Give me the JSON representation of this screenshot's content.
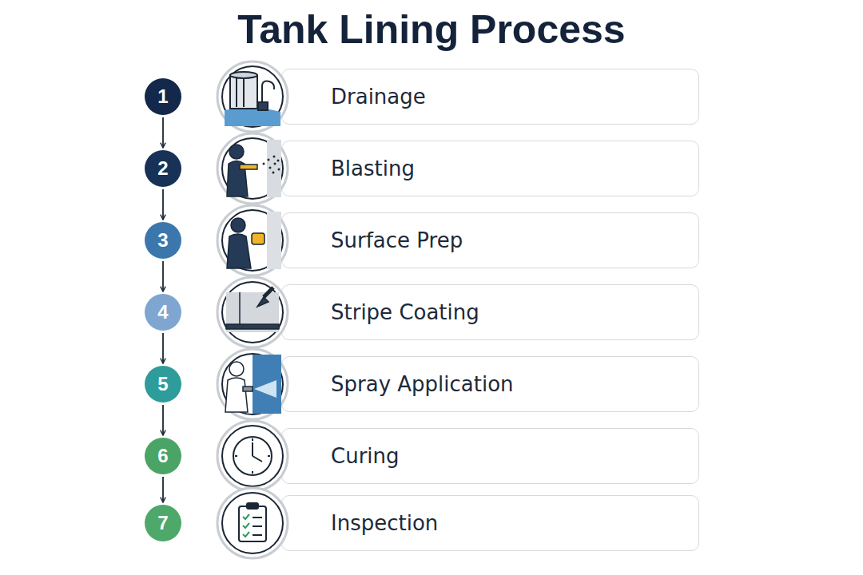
{
  "diagram": {
    "title": "Tank Lining Process",
    "nodes": [
      {
        "text": [
          "1"
        ]
      },
      {
        "text": [
          "Drainage"
        ]
      },
      {
        "text": [
          "2"
        ]
      },
      {
        "text": [
          "Blasting"
        ]
      },
      {
        "text": [
          "3"
        ]
      },
      {
        "text": [
          "Surface Prep"
        ]
      },
      {
        "text": [
          "4"
        ]
      },
      {
        "text": [
          "Stripe Coating"
        ]
      },
      {
        "text": [
          "5"
        ]
      },
      {
        "text": [
          "Spray Application"
        ]
      },
      {
        "text": [
          "6"
        ]
      },
      {
        "text": [
          "Curing"
        ]
      },
      {
        "text": [
          "7"
        ]
      },
      {
        "text": [
          "Inspection"
        ]
      }
    ],
    "edges": [
      {
        "from": 0,
        "to": 2,
        "arrow": "to"
      },
      {
        "from": 2,
        "to": 4,
        "arrow": "to"
      },
      {
        "from": 4,
        "to": 6,
        "arrow": "to"
      },
      {
        "from": 6,
        "to": 8,
        "arrow": "to"
      },
      {
        "from": 8,
        "to": 10,
        "arrow": "to"
      },
      {
        "from": 10,
        "to": 12,
        "arrow": "to"
      }
    ]
  }
}
